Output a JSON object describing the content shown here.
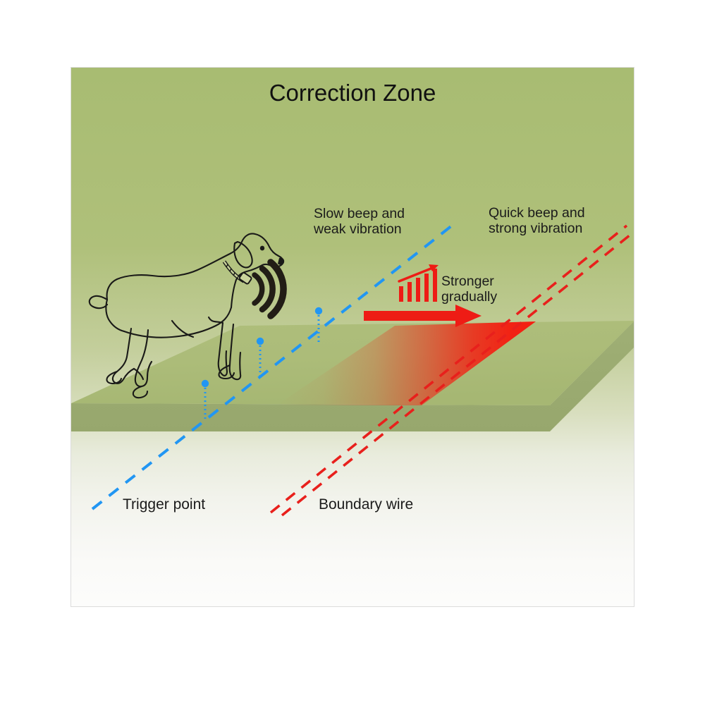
{
  "diagram": {
    "title": "Correction Zone",
    "type": "pet-containment-correction-zone-illustration",
    "labels": {
      "slow_beep": "Slow beep and\nweak vibration",
      "slow_beep_line1": "Slow beep and",
      "slow_beep_line2": "weak vibration",
      "quick_beep_line1": "Quick beep and",
      "quick_beep_line2": "strong vibration",
      "stronger_line1": "Stronger",
      "stronger_line2": "gradually",
      "trigger_point": "Trigger point",
      "boundary_wire": "Boundary wire"
    },
    "icons": {
      "signal_waves": "signal-waves-icon",
      "bar_chart": "increasing-bar-chart-icon",
      "arrow": "right-arrow-icon",
      "dog": "dog-outline-icon",
      "collar": "dog-collar-icon"
    },
    "bar_chart_values": [
      10,
      15,
      20,
      26,
      33
    ],
    "trigger_markers": 3,
    "boundary_wire_lines": 2,
    "colors": {
      "background_top": "#A8BC72",
      "background_bottom": "#FBFBFA",
      "slab_top": "#AFBF7D",
      "slab_side": "#9EAE74",
      "trigger_blue": "#2196F3",
      "boundary_red": "#E8201C",
      "zone_red": "#F41E11",
      "text": "#1B1B1B",
      "frame_border": "#DCDCDC"
    }
  }
}
